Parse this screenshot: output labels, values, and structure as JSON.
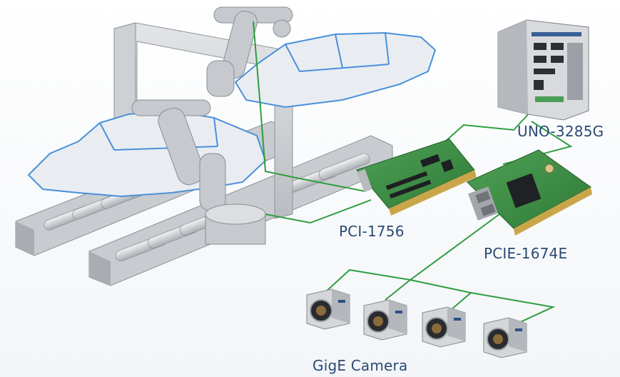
{
  "labels": {
    "controller": "UNO-3285G",
    "io_card": "PCI-1756",
    "frame_grabber": "PCIE-1674E",
    "camera": "GigE Camera"
  },
  "colors": {
    "link": "#2e9e3e",
    "car_outline": "#4a90d9",
    "machine": "#d3d5d8",
    "label": "#2a4a73",
    "board": "#3d8a45"
  },
  "icons": [
    "gantry-frame",
    "conveyor",
    "car-body",
    "robot-arm",
    "industrial-pc",
    "pci-card",
    "pcie-card",
    "gige-camera"
  ]
}
